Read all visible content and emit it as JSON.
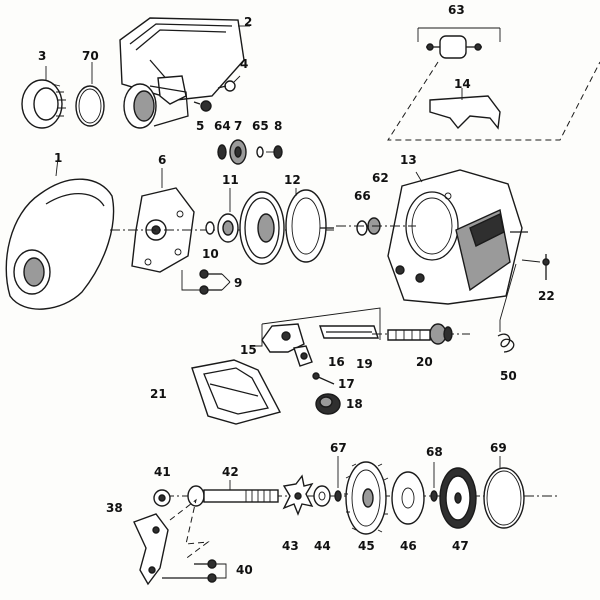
{
  "diagram": {
    "labels": {
      "p1": "1",
      "p2": "2",
      "p3": "3",
      "p4": "4",
      "p5": "5",
      "p6": "6",
      "p7": "7",
      "p8": "8",
      "p9": "9",
      "p10": "10",
      "p11": "11",
      "p12": "12",
      "p13": "13",
      "p14": "14",
      "p15": "15",
      "p16": "16",
      "p17": "17",
      "p18": "18",
      "p19": "19",
      "p20": "20",
      "p21": "21",
      "p22": "22",
      "p38": "38",
      "p40": "40",
      "p41": "41",
      "p42": "42",
      "p43": "43",
      "p44": "44",
      "p45": "45",
      "p46": "46",
      "p47": "47",
      "p50": "50",
      "p62": "62",
      "p63": "63",
      "p64": "64",
      "p65": "65",
      "p66": "66",
      "p67": "67",
      "p68": "68",
      "p69": "69",
      "p70": "70"
    }
  }
}
